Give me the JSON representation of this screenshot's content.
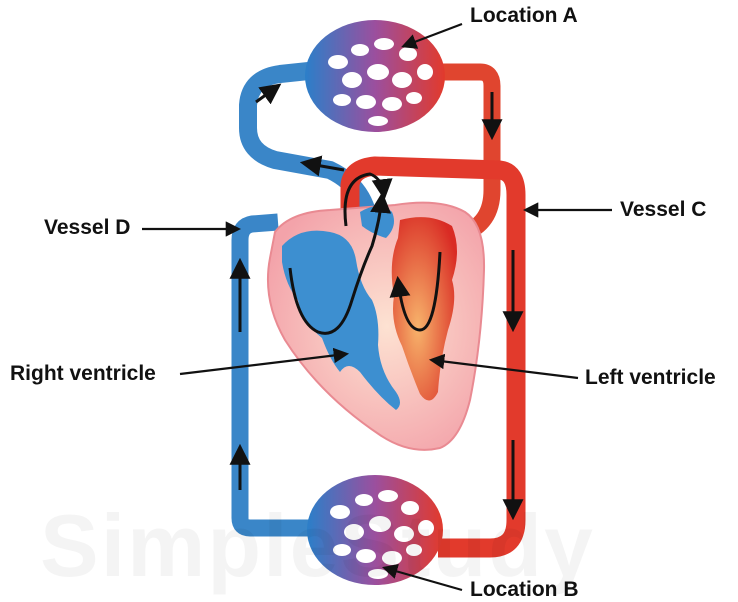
{
  "labels": {
    "location_a": "Location A",
    "location_b": "Location B",
    "vessel_c": "Vessel C",
    "vessel_d": "Vessel D",
    "right_ventricle": "Right ventricle",
    "left_ventricle": "Left ventricle"
  },
  "colors": {
    "oxygenated": "#e23a2c",
    "deoxygenated": "#2b7fc9",
    "heart_wall": "#f4a9ae",
    "capillary_mid": "#9b4f9e",
    "arrow": "#111111"
  },
  "watermark": "SimpleStudy"
}
